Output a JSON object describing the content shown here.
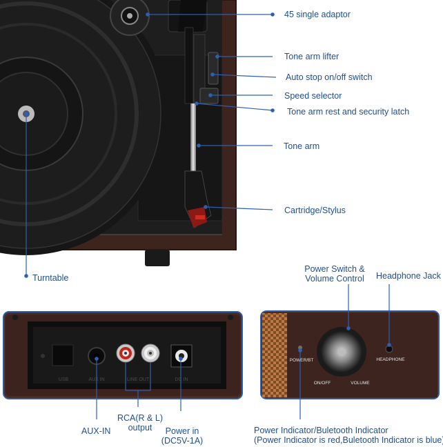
{
  "colors": {
    "wood_dark": "#3a221c",
    "wood_mid": "#5b3a30",
    "platter": "#1b1b1b",
    "leader_line": "#2f5fb0",
    "label_text": "#1f4f8f",
    "panel_border": "#2b5ea8",
    "stylus_red": "#d12a1f"
  },
  "labels": {
    "adaptor": "45 single adaptor",
    "lifter": "Tone arm lifter",
    "autostop": "Auto stop on/off switch",
    "speed": "Speed selector",
    "rest": "Tone arm rest and security latch",
    "tonearm": "Tone arm",
    "cartridge": "Cartridge/Stylus",
    "turntable": "Turntable",
    "power_switch_1": "Power Switch &",
    "power_switch_2": "Volume Control",
    "headphone_jack": "Headphone Jack",
    "aux": "AUX-IN",
    "rca_1": "RCA(R & L)",
    "rca_2": "output",
    "power_in_1": "Power in",
    "power_in_2": "(DC5V-1A)",
    "indicator_1": "Power Indicator/Buletooth Indicator",
    "indicator_2": "(Power Indicator is red,Buletooth Indicator is blue)"
  },
  "panel_text": {
    "power_bt": "POWER/BT",
    "on_off": "ON/OFF",
    "volume": "VOLUME",
    "headphone": "HEADPHONE",
    "back_labels": [
      "USB",
      "AUX IN",
      "LINE OUT",
      "DC IN"
    ]
  },
  "icons": {
    "turntable": "record-platter-icon",
    "knob": "volume-knob-icon"
  }
}
